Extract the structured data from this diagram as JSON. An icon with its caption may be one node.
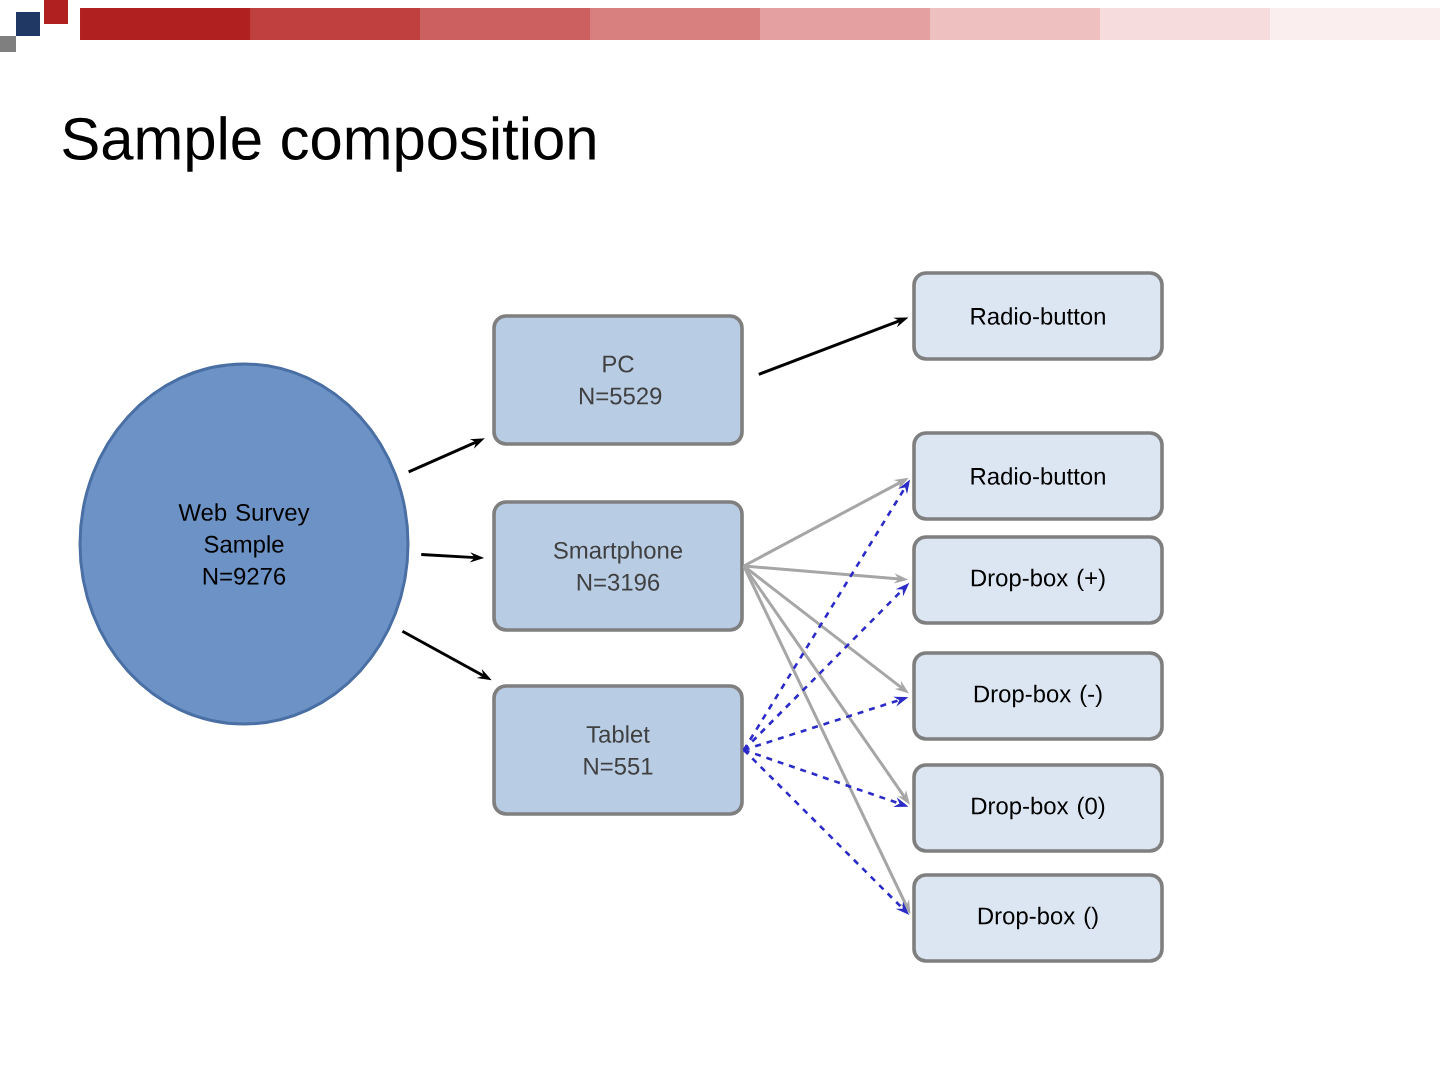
{
  "diagram": {
    "title": "Sample composition",
    "nodes": [
      {
        "text": [
          "Web Survey Sample N=9276"
        ]
      },
      {
        "text": [
          "PC N=5529"
        ]
      },
      {
        "text": [
          "Smartphone N=3196"
        ]
      },
      {
        "text": [
          "Tablet N=551"
        ]
      },
      {
        "text": [
          "Radio-button"
        ]
      },
      {
        "text": [
          "Radio-button"
        ]
      },
      {
        "text": [
          "Drop-box (+)"
        ]
      },
      {
        "text": [
          "Drop-box (-)"
        ]
      },
      {
        "text": [
          "Drop-box (0)"
        ]
      },
      {
        "text": [
          "Drop-box ()"
        ]
      }
    ],
    "edges": [
      {
        "from": 0,
        "to": 1,
        "arrow": "to",
        "color": "#000000"
      },
      {
        "from": 0,
        "to": 2,
        "arrow": "to",
        "color": "#000000"
      },
      {
        "from": 0,
        "to": 3,
        "arrow": "to",
        "color": "#000000"
      },
      {
        "from": 1,
        "to": 4,
        "arrow": "to",
        "color": "#000000"
      },
      {
        "from": 2,
        "to": 5,
        "arrow": "to",
        "color": "#a6a6a6"
      },
      {
        "from": 2,
        "to": 6,
        "arrow": "to",
        "color": "#a6a6a6"
      },
      {
        "from": 2,
        "to": 7,
        "arrow": "to",
        "color": "#a6a6a6"
      },
      {
        "from": 2,
        "to": 8,
        "arrow": "to",
        "color": "#a6a6a6"
      },
      {
        "from": 2,
        "to": 9,
        "arrow": "to",
        "color": "#a6a6a6"
      },
      {
        "from": 3,
        "to": 5,
        "arrow": "to",
        "style": "dashed",
        "color": "#2b2bc8"
      },
      {
        "from": 3,
        "to": 6,
        "arrow": "to",
        "style": "dashed",
        "color": "#2b2bc8"
      },
      {
        "from": 3,
        "to": 7,
        "arrow": "to",
        "style": "dashed",
        "color": "#2b2bc8"
      },
      {
        "from": 3,
        "to": 8,
        "arrow": "to",
        "style": "dashed",
        "color": "#2b2bc8"
      },
      {
        "from": 3,
        "to": 9,
        "arrow": "to",
        "style": "dashed",
        "color": "#2b2bc8"
      }
    ]
  }
}
